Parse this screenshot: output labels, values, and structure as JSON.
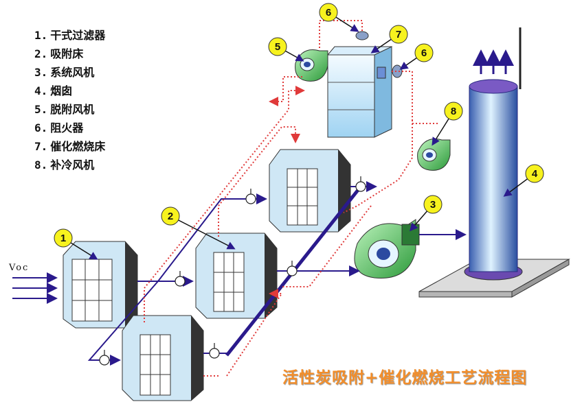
{
  "legend": [
    {
      "num": "1.",
      "label": "干式过滤器"
    },
    {
      "num": "2.",
      "label": "吸附床"
    },
    {
      "num": "3.",
      "label": "系统风机"
    },
    {
      "num": "4.",
      "label": "烟囱"
    },
    {
      "num": "5.",
      "label": "脱附风机"
    },
    {
      "num": "6.",
      "label": "阻火器"
    },
    {
      "num": "7.",
      "label": "催化燃烧床"
    },
    {
      "num": "8.",
      "label": "补冷风机"
    }
  ],
  "inlet_label": "Voc",
  "title": "活性炭吸附+催化燃烧工艺流程图",
  "tags": [
    "1",
    "2",
    "3",
    "4",
    "5",
    "6",
    "6",
    "7",
    "8"
  ],
  "colors": {
    "main_pipe": "#2a1a8c",
    "desorb_pipe": "#e03a3a",
    "tag_fill": "#f7f21e",
    "title": "#f28e2b"
  }
}
